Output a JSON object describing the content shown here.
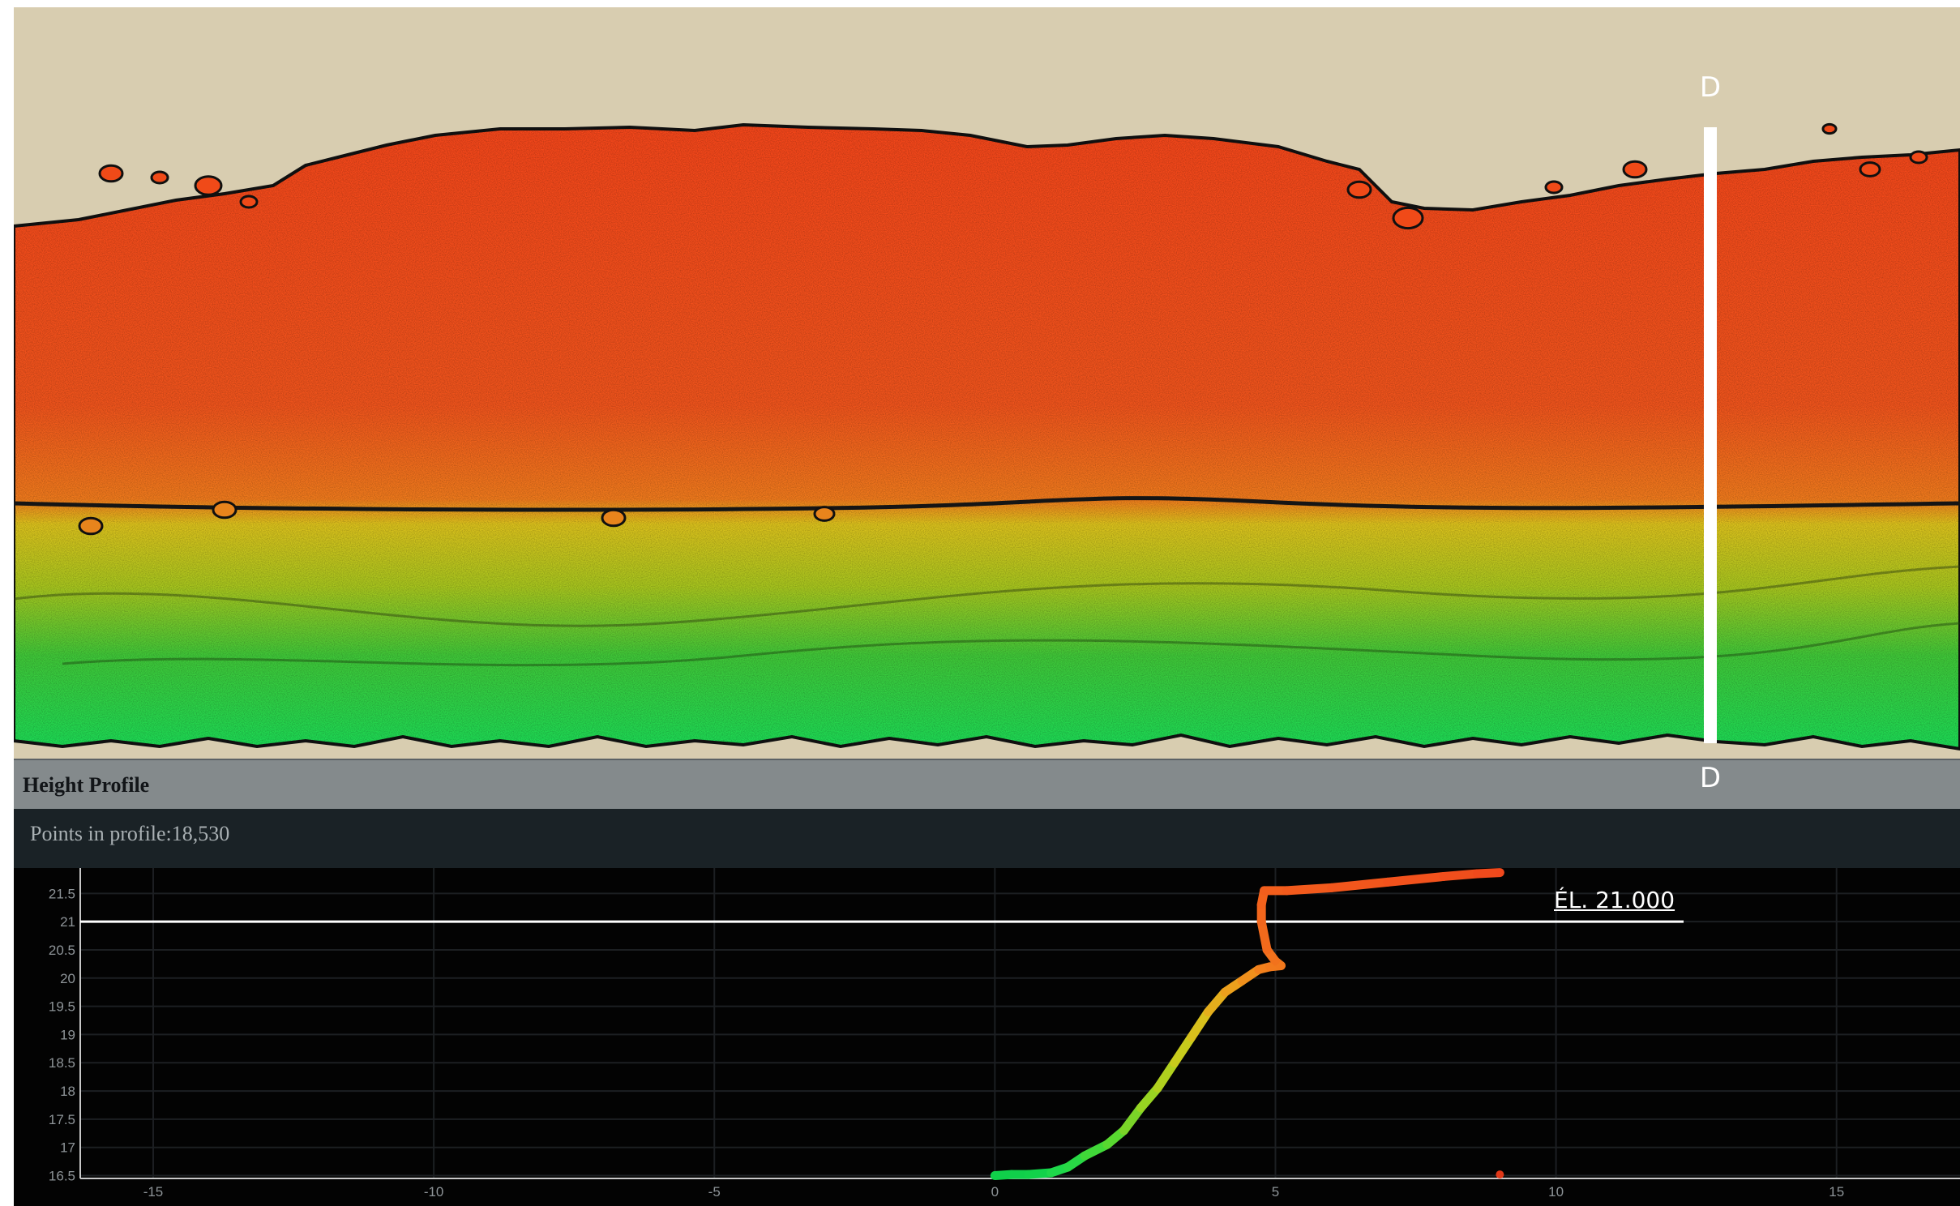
{
  "map": {
    "section_label_top": "D",
    "section_label_bottom": "D",
    "colors": {
      "background": "#d8cdb0",
      "high": "#f04a18",
      "mid": "#d8c21a",
      "low": "#1ecc4a",
      "outline": "#101010",
      "section_line": "#ffffff"
    }
  },
  "panel": {
    "title": "Height Profile",
    "points_label": "Points in profile:",
    "points_count": "18,530"
  },
  "elevation_marker": {
    "label": "ÉL. 21.000",
    "value": 21
  },
  "chart_data": {
    "type": "scatter",
    "title": "",
    "xlabel": "",
    "ylabel": "",
    "xlim": [
      -16.3,
      17.2
    ],
    "ylim": [
      16.45,
      21.95
    ],
    "x_ticks": [
      -15,
      -10,
      -5,
      0,
      5,
      10,
      15
    ],
    "x_tick_labels": [
      "-15",
      "-10",
      "-5",
      "0",
      "5",
      "10",
      "15"
    ],
    "y_ticks": [
      16.5,
      17,
      17.5,
      18,
      18.5,
      19,
      19.5,
      20,
      20.5,
      21,
      21.5
    ],
    "y_tick_labels": [
      "16.5",
      "17",
      "17.5",
      "18",
      "18.5",
      "19",
      "19.5",
      "20",
      "20.5",
      "21",
      "21.5"
    ],
    "grid": true,
    "series": [
      {
        "x": [
          0.0,
          0.3,
          0.6,
          1.0,
          1.3,
          1.6,
          2.0,
          2.3,
          2.6,
          2.9,
          3.2,
          3.5,
          3.8,
          4.1,
          4.4,
          4.7,
          4.9,
          5.1,
          5.0,
          4.85,
          4.75,
          4.75,
          4.8,
          5.2,
          6.0,
          7.0,
          8.0,
          8.6,
          9.0
        ],
        "y": [
          16.5,
          16.52,
          16.52,
          16.55,
          16.65,
          16.85,
          17.05,
          17.3,
          17.7,
          18.05,
          18.5,
          18.95,
          19.4,
          19.75,
          19.95,
          20.15,
          20.2,
          20.22,
          20.3,
          20.5,
          21.0,
          21.3,
          21.55,
          21.55,
          21.6,
          21.7,
          21.8,
          21.85,
          21.87
        ],
        "colors": [
          "#10d04a",
          "#10d04a",
          "#12d24a",
          "#1ed84a",
          "#28d845",
          "#40d838",
          "#58d830",
          "#7ad428",
          "#98d422",
          "#b0d01e",
          "#c8cc1c",
          "#d8c01c",
          "#e4ae1c",
          "#eca01c",
          "#f0901c",
          "#f2801c",
          "#f27a1c",
          "#f2781c",
          "#f2721c",
          "#f26a1c",
          "#f2661c",
          "#f2621c",
          "#f25e1c",
          "#f25a1c",
          "#f2561c",
          "#f2521c",
          "#f04e1c",
          "#f04a1c",
          "#f0481c"
        ]
      }
    ],
    "outliers": [
      {
        "x": 9.0,
        "y": 16.52,
        "color": "#e03818"
      }
    ]
  }
}
